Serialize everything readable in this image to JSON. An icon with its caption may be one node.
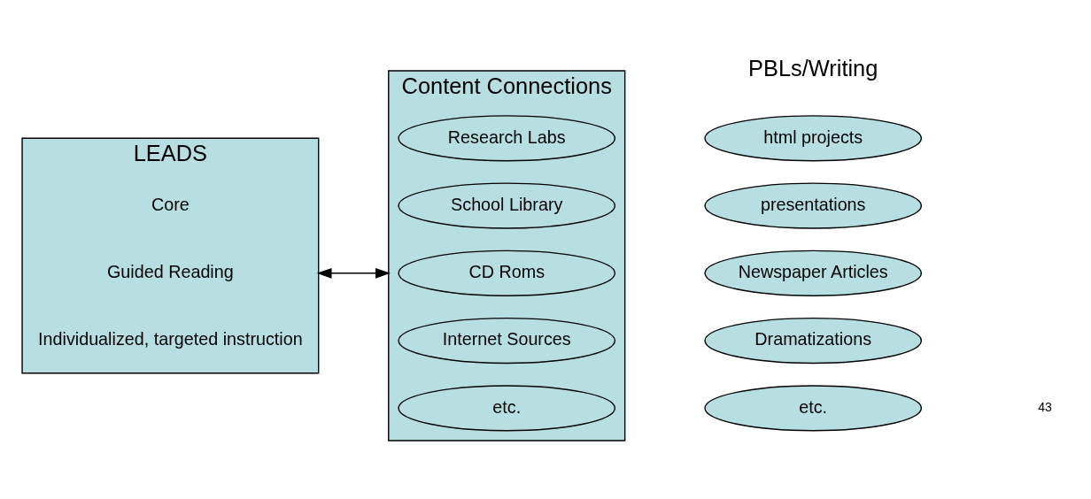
{
  "diagram": {
    "nodes": [
      {
        "text": [
          "LEADS"
        ]
      },
      {
        "text": [
          "Core"
        ],
        "in": 0
      },
      {
        "text": [
          "Guided Reading"
        ],
        "in": 0
      },
      {
        "text": [
          "Individualized, targeted instruction"
        ],
        "in": 0
      },
      {
        "text": [
          "Content Connections"
        ]
      },
      {
        "text": [
          "Research Labs"
        ],
        "in": 4
      },
      {
        "text": [
          "School Library"
        ],
        "in": 4
      },
      {
        "text": [
          "CD Roms"
        ],
        "in": 4
      },
      {
        "text": [
          "Internet Sources"
        ],
        "in": 4
      },
      {
        "text": [
          "etc."
        ],
        "in": 4
      },
      {
        "text": [
          "html projects"
        ]
      },
      {
        "text": [
          "presentations"
        ]
      },
      {
        "text": [
          "Newspaper Articles"
        ]
      },
      {
        "text": [
          "Dramatizations"
        ]
      },
      {
        "text": [
          "etc."
        ]
      }
    ],
    "edges": [
      {
        "from": 0,
        "to": 4,
        "arrow": "both"
      }
    ],
    "labels": [
      "PBLs/Writing",
      "43"
    ]
  }
}
